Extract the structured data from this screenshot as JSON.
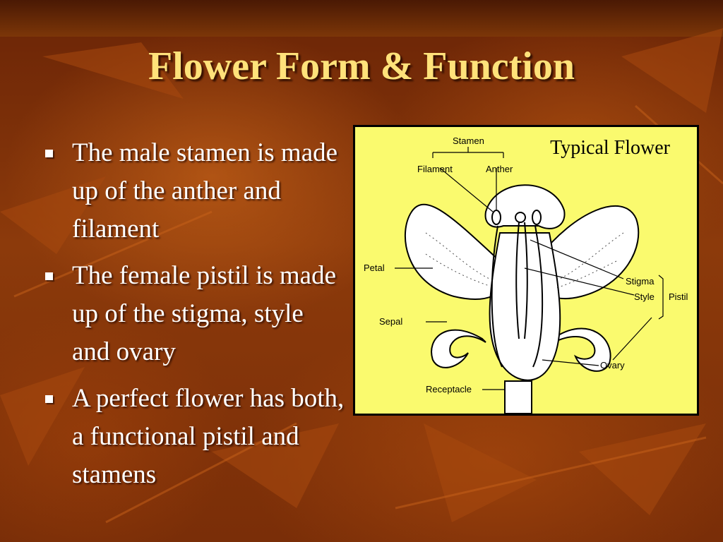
{
  "title": "Flower Form & Function",
  "bullets": [
    "The male stamen is made up of the anther and filament",
    "The female pistil is made up of the stigma, style and ovary",
    "A perfect flower has both, a functional pistil and stamens"
  ],
  "diagram": {
    "title": "Typical Flower",
    "labels": {
      "stamen": "Stamen",
      "filament": "Filament",
      "anther": "Anther",
      "petal": "Petal",
      "stigma": "Stigma",
      "style": "Style",
      "pistil": "Pistil",
      "sepal": "Sepal",
      "ovary": "Ovary",
      "receptacle": "Receptacle"
    }
  },
  "colors": {
    "background": "#7a2c06",
    "title": "#ffe27a",
    "text": "#ffffff",
    "diagram_bg": "#fafa6e"
  }
}
